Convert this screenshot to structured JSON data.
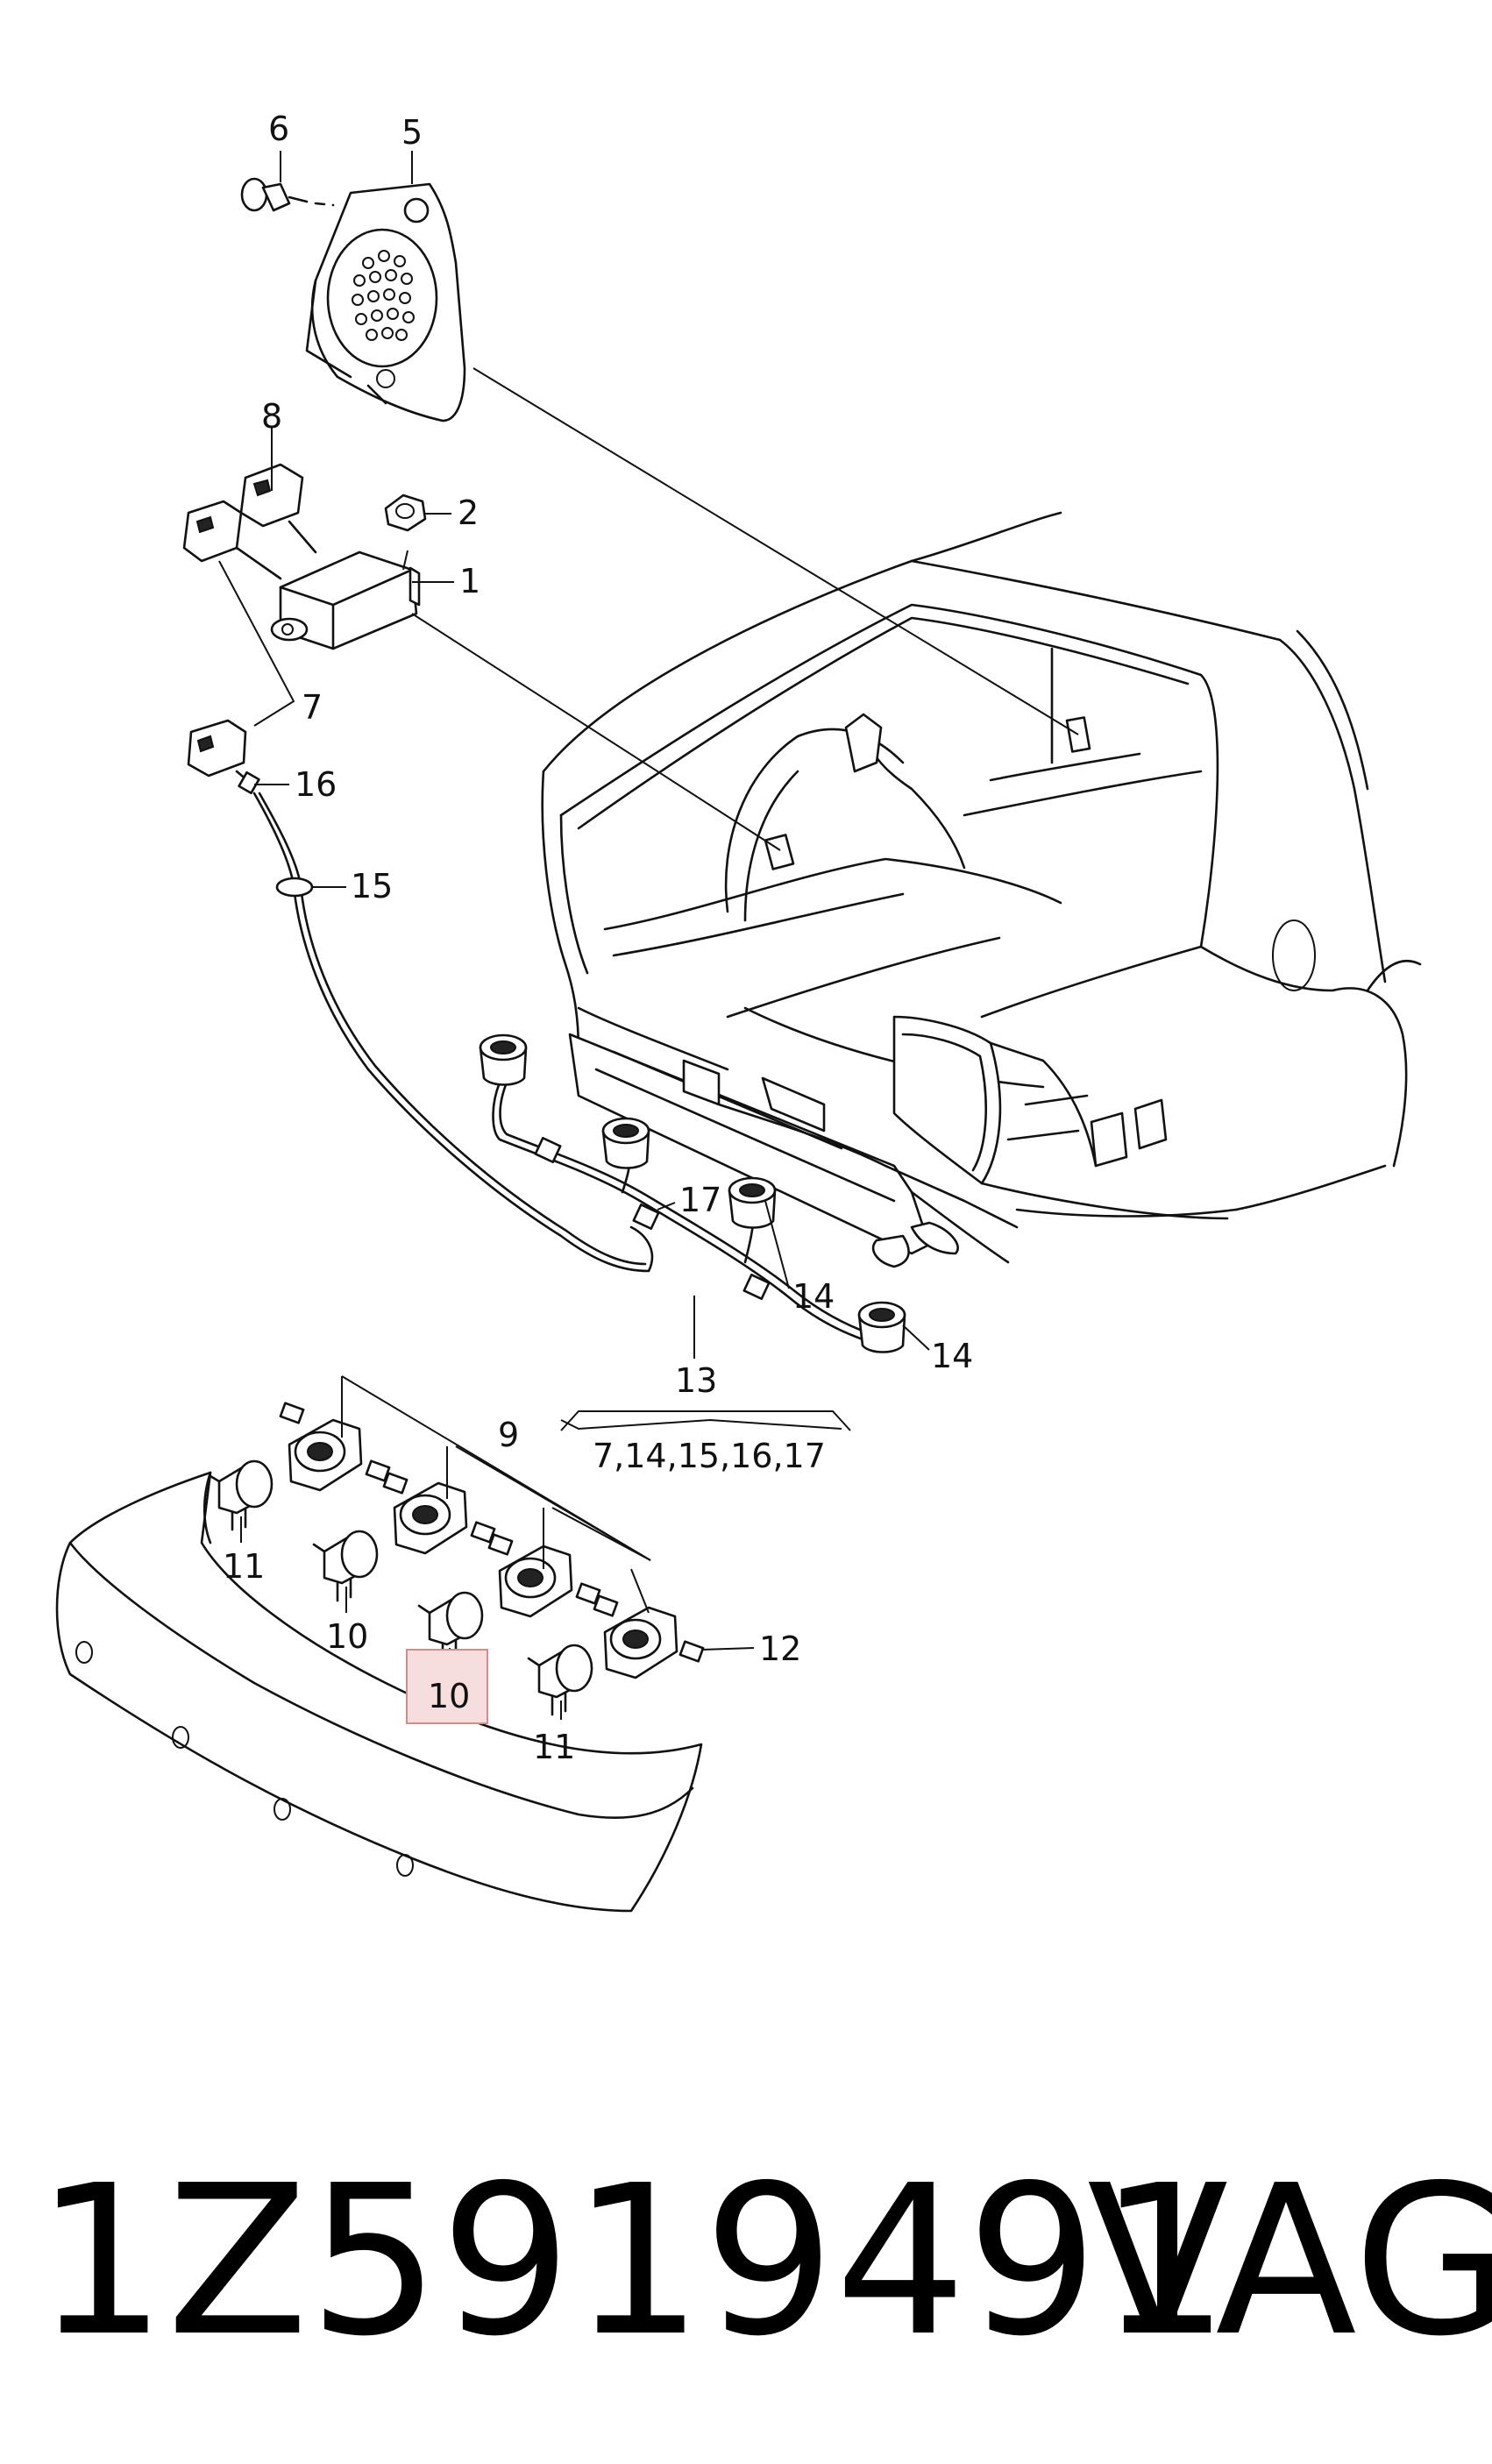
{
  "callouts": {
    "c1": "1",
    "c2": "2",
    "c5": "5",
    "c6": "6",
    "c7": "7",
    "c8": "8",
    "c9": "9",
    "c10a": "10",
    "c10b": "10",
    "c11a": "11",
    "c11b": "11",
    "c12": "12",
    "c13": "13",
    "c13set": "7,14,15,16,17",
    "c14a": "14",
    "c14b": "14",
    "c15": "15",
    "c16": "16",
    "c17": "17"
  },
  "highlight": {
    "label": "10",
    "color": "#f6dede",
    "border": "#d88a8a"
  },
  "caption": {
    "part_number": "1Z5919491",
    "brand": "VAG"
  }
}
